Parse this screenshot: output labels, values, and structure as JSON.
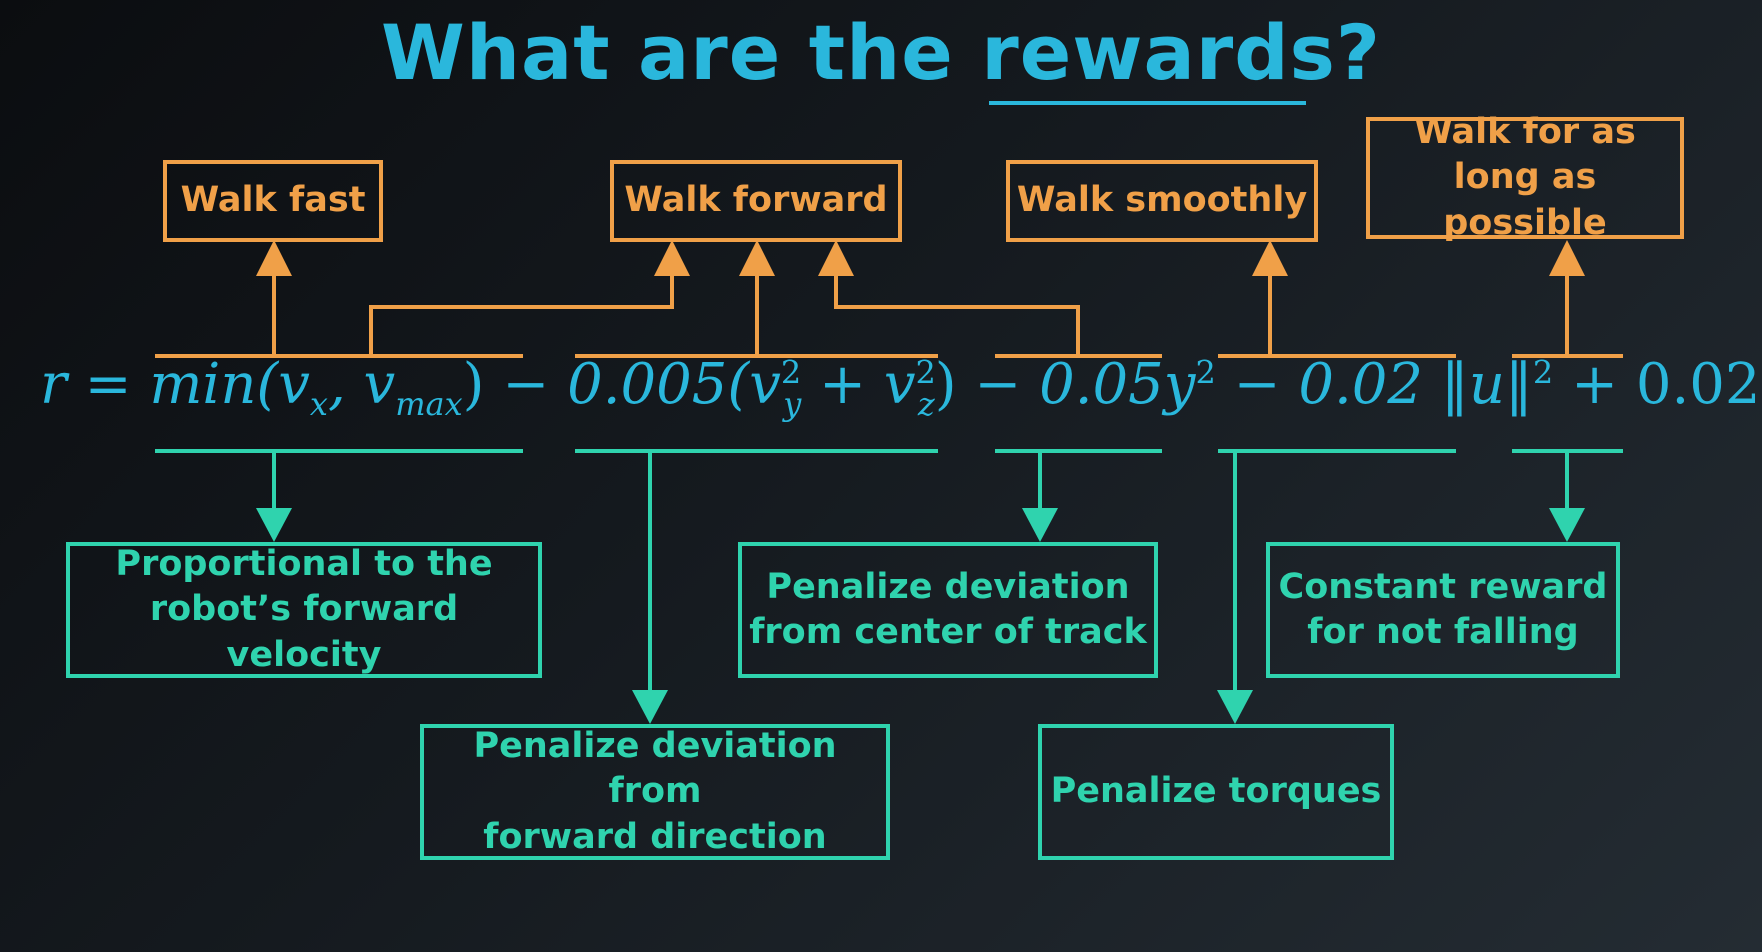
{
  "title": {
    "prefix": "What are the ",
    "highlight": "rewards",
    "suffix": "?"
  },
  "goals": {
    "walk_fast": "Walk fast",
    "walk_forward": "Walk forward",
    "walk_smoothly": "Walk smoothly",
    "walk_long": "Walk for as\nlong as possible"
  },
  "formula": {
    "lhs": "r",
    "equals": "=",
    "term1": "min(v",
    "term1_sub_x": "x",
    "term1_mid": ", v",
    "term1_sub_max": "max",
    "term1_end": ")",
    "minus1": "−",
    "term2_coef": "0.005(v",
    "term2_sup1": "2",
    "term2_sub1": "y",
    "term2_plus": " + v",
    "term2_sup2": "2",
    "term2_sub2": "z",
    "term2_end": ")",
    "minus2": "−",
    "term3": "0.05y",
    "term3_sup": "2",
    "minus3": "−",
    "term4": "0.02 ‖u‖",
    "term4_sup": "2",
    "plus": "+",
    "term5": "0.02"
  },
  "explanations": {
    "velocity": "Proportional to the\nrobot’s forward velocity",
    "forward_direction": "Penalize deviation from\nforward direction",
    "center_track": "Penalize deviation\nfrom center of track",
    "torques": "Penalize torques",
    "constant": "Constant reward\nfor not falling"
  },
  "colors": {
    "title": "#2ab7dc",
    "goal": "#f0a048",
    "explanation": "#2fd3ae",
    "formula": "#2ab7dc"
  }
}
